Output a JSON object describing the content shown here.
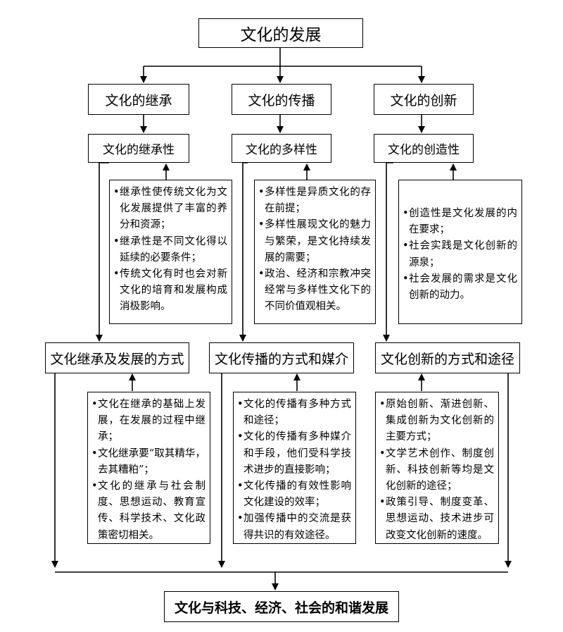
{
  "diagram": {
    "title": "文化的发展",
    "footer": "文化与科技、经济、社会的和谐发展",
    "columns": [
      {
        "branch": "文化的继承",
        "feature": "文化的继承性",
        "feature_notes": [
          "继承性使传统文化为文化发展提供了丰富的养分和资源；",
          "继承性是不同文化得以延续的必要条件；",
          "传统文化有时也会对新文化的培育和发展构成消极影响。"
        ],
        "method": "文化继承及发展的方式",
        "method_notes": [
          "文化在继承的基础上发展，在发展的过程中继承；",
          "文化继承要“取其精华，去其糟粕”；",
          "文化的继承与社会制度、思想运动、教育宣传、科学技术、文化政策密切相关。"
        ]
      },
      {
        "branch": "文化的传播",
        "feature": "文化的多样性",
        "feature_notes": [
          "多样性是异质文化的存在前提；",
          "多样性展现文化的魅力与繁荣，是文化持续发展的需要；",
          "政治、经济和宗教冲突经常与多样性文化下的不同价值观相关。"
        ],
        "method": "文化传播的方式和媒介",
        "method_notes": [
          "文化的传播有多种方式和途径；",
          "文化的传播有多种媒介和手段，他们受科学技术进步的直接影响；",
          "文化传播的有效性影响文化建设的效率；",
          "加强传播中的交流是获得共识的有效途径。"
        ]
      },
      {
        "branch": "文化的创新",
        "feature": "文化的创造性",
        "feature_notes": [
          "创造性是文化发展的内在要求；",
          "社会实践是文化创新的源泉；",
          "社会发展的需求是文化创新的动力。"
        ],
        "method": "文化创新的方式和途径",
        "method_notes": [
          "原始创新、渐进创新、集成创新为文化创新的主要方式；",
          "文学艺术创作、制度创新、科技创新等均是文化创新的途径；",
          "政策引导、制度变革、思想运动、技术进步可改变文化创新的速度。"
        ]
      }
    ]
  }
}
